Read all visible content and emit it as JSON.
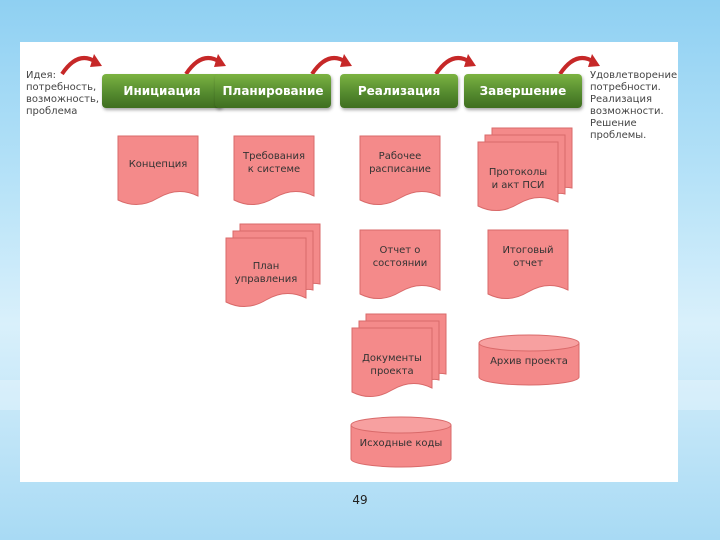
{
  "left_note": "Идея:\nпотребность,\nвозможность,\nпроблема",
  "right_note": "Удовлетворение\nпотребности.\nРеализация\nвозможности.\nРешение\nпроблемы.",
  "phases": [
    "Инициация",
    "Планирование",
    "Реализация",
    "Завершение"
  ],
  "artifacts": {
    "concept": "Концепция",
    "requirements": "Требования\nк системе",
    "mgmt_plan": "План\nуправления",
    "schedule": "Рабочее\nрасписание",
    "status_report": "Отчет о\nсостоянии",
    "project_docs": "Документы\nпроекта",
    "source_codes": "Исходные коды",
    "protocols": "Протоколы\nи акт ПСИ",
    "final_report": "Итоговый\nотчет",
    "archive": "Архив проекта"
  },
  "page_number": "49",
  "colors": {
    "phase_green": "#558b2f",
    "doc_fill": "#f48a8a",
    "arrow_red": "#c62828"
  }
}
